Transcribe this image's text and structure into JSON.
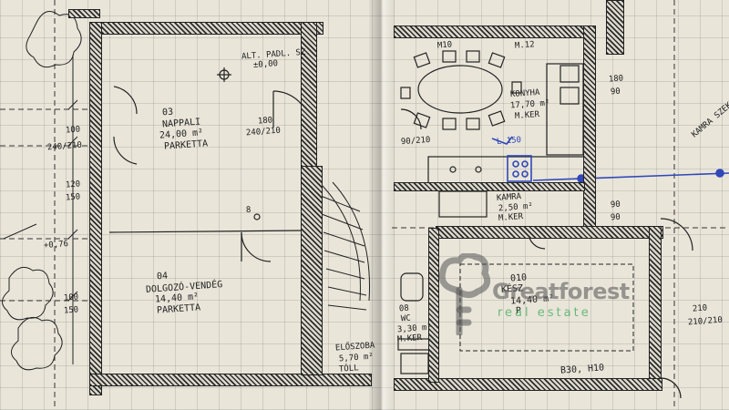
{
  "rooms": {
    "living": {
      "number": "03",
      "name": "NAPPALI",
      "area": "24,00 m²",
      "floor": "PARKETTA"
    },
    "study": {
      "number": "04",
      "name": "DOLGOZÓ-VENDÉG",
      "area": "14,40 m²",
      "floor": "PARKETTA"
    },
    "bedroom": {
      "number": "010",
      "name": "KÉSZ",
      "area": "14,40 m²",
      "floor": "P"
    },
    "pantry": {
      "name": "KAMRA",
      "area": "2,50 m²",
      "floor": "M.KER"
    },
    "wc": {
      "number": "08",
      "name": "WC",
      "area": "3,30 m²",
      "floor": "M.KER"
    },
    "hall": {
      "name": "ELŐSZOBA",
      "area": "5,70 m²",
      "floor": "TÓLL"
    },
    "kitchen": {
      "name": "KONYHA",
      "area": "17,70 m²",
      "floor": "M.KER"
    }
  },
  "annotations": {
    "level": "ALT. PADL. SZ.",
    "level_value": "±0,00",
    "door_living": "180",
    "door_living_size": "240/210",
    "door_study": "8",
    "window_top": "M10",
    "window_top2": "M.12",
    "dim_left1": "100",
    "dim_left2": "240/210",
    "dim_left3": "120",
    "dim_left4": "150",
    "dim_left5": "100",
    "dim_left6": "150",
    "dim_low1": "+0,76",
    "door_kitchen": "90/210",
    "right_dims1": "180",
    "right_dims2": "90",
    "right_dims3": "90",
    "right_dims4": "90",
    "right_dims5": "210",
    "right_dims6": "210/210",
    "bottom_note": "B30, H10",
    "blue_note": "L 150",
    "right_note": "KAMRA SZEKRÉNY"
  },
  "brand": {
    "name": "Greatforest",
    "tagline": "real estate"
  },
  "colors": {
    "paper": "#e9e5d9",
    "ink": "#222222",
    "blue_ink": "#3048b8",
    "brand_green": "#3caa5a",
    "watermark": "#555555"
  }
}
